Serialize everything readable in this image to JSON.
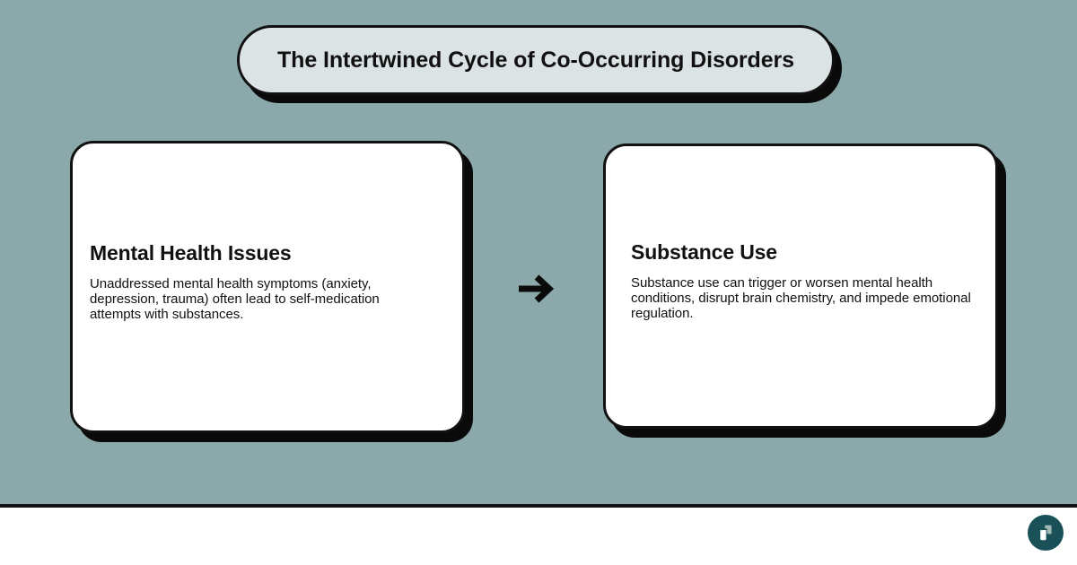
{
  "page": {
    "title": "The Intertwined Cycle of Co-Occurring Disorders",
    "background_color": "#8ba9ab",
    "accent_color": "#1a5158",
    "outline_color": "#111111",
    "card_fill": "#ffffff",
    "title_pill_fill": "#dce3e5",
    "footer_fill": "#ffffff"
  },
  "header": {
    "title": "The Intertwined Cycle of Co-Occurring Disorders"
  },
  "flow": {
    "connector_icon": "arrow-right-icon",
    "steps": [
      {
        "id": "mental-health-issues",
        "title": "Mental Health Issues",
        "body": "Unaddressed mental health symptoms (anxiety, depression, trauma) often lead to self-medication attempts with substances."
      },
      {
        "id": "substance-use",
        "title": "Substance Use",
        "body": "Substance use can trigger or worsen mental health conditions, disrupt brain chemistry, and impede emotional regulation."
      }
    ]
  },
  "footer": {
    "badge_icon": "app-logo-icon",
    "badge_color": "#1a5158"
  }
}
